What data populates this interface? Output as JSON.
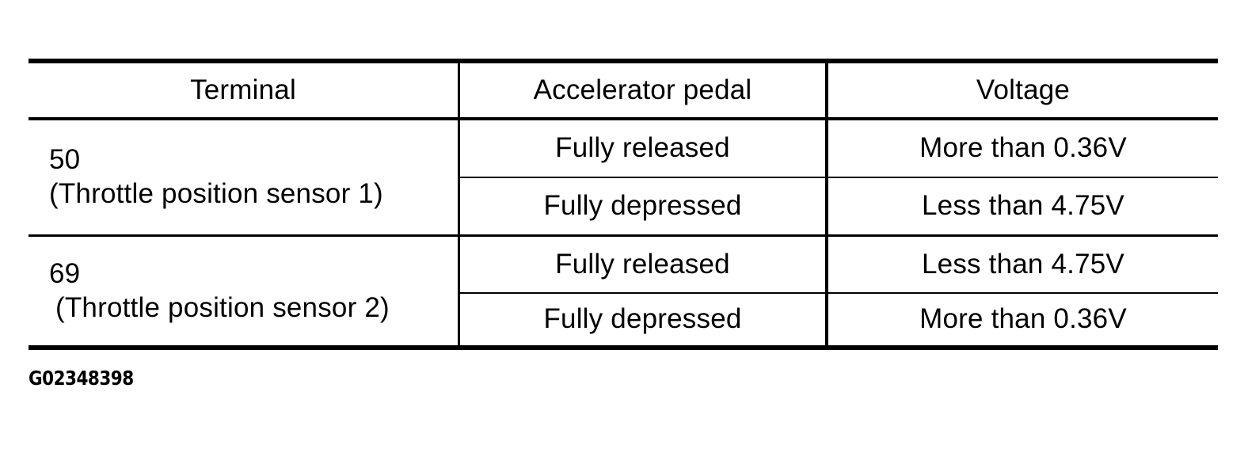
{
  "colors": {
    "background": "#ffffff",
    "rule": "#000000",
    "text": "#000000"
  },
  "table": {
    "columns": [
      {
        "key": "terminal",
        "label": "Terminal",
        "align": "left"
      },
      {
        "key": "pedal",
        "label": "Accelerator pedal",
        "align": "center"
      },
      {
        "key": "voltage",
        "label": "Voltage",
        "align": "center"
      }
    ],
    "groups": [
      {
        "terminal_number": "50",
        "terminal_description": "(Throttle position sensor 1)",
        "rows": [
          {
            "pedal": "Fully released",
            "voltage": "More than 0.36V"
          },
          {
            "pedal": "Fully depressed",
            "voltage": "Less than 4.75V"
          }
        ]
      },
      {
        "terminal_number": "69",
        "terminal_description": "(Throttle position sensor 2)",
        "rows": [
          {
            "pedal": "Fully released",
            "voltage": "Less than 4.75V"
          },
          {
            "pedal": "Fully depressed",
            "voltage": "More than 0.36V"
          }
        ]
      }
    ]
  },
  "caption": "G02348398"
}
